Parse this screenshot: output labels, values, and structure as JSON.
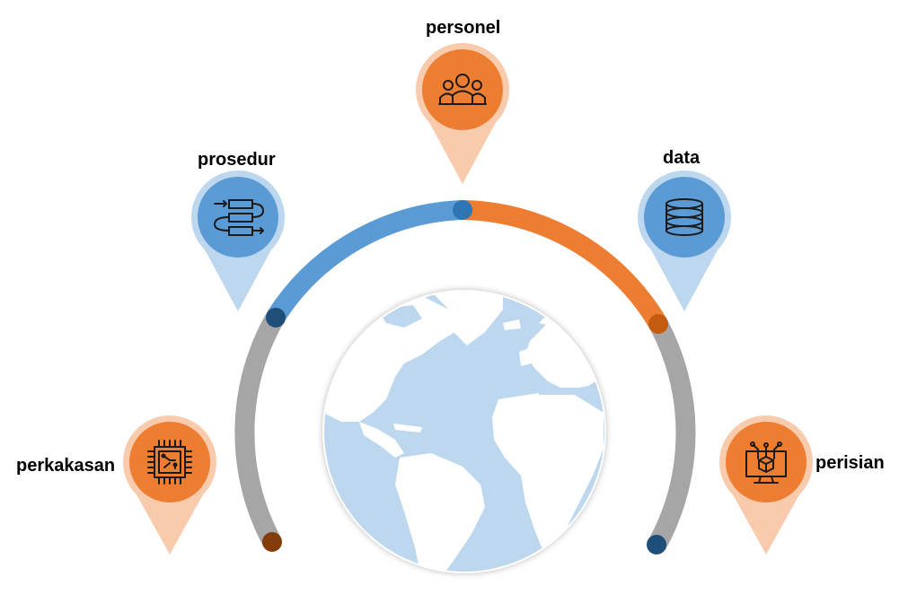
{
  "components": [
    {
      "id": "personel",
      "label": "personel",
      "icon": "people-group-icon",
      "color": "orange"
    },
    {
      "id": "prosedur",
      "label": "prosedur",
      "icon": "flowchart-process-icon",
      "color": "blue"
    },
    {
      "id": "data",
      "label": "data",
      "icon": "database-icon",
      "color": "blue"
    },
    {
      "id": "perkakasan",
      "label": "perkakasan",
      "icon": "microchip-icon",
      "color": "orange"
    },
    {
      "id": "perisian",
      "label": "perisian",
      "icon": "monitor-software-icon",
      "color": "orange"
    }
  ],
  "center_image": "world-globe-icon",
  "colors": {
    "blue": "#5B9BD5",
    "blue_light": "#BDD7EE",
    "orange": "#ED7D31",
    "orange_light": "#F8CBAD",
    "gray": "#A6A6A6",
    "navy": "#1F4E79",
    "brown": "#843C0C",
    "ocean": "#BDD7EE"
  }
}
